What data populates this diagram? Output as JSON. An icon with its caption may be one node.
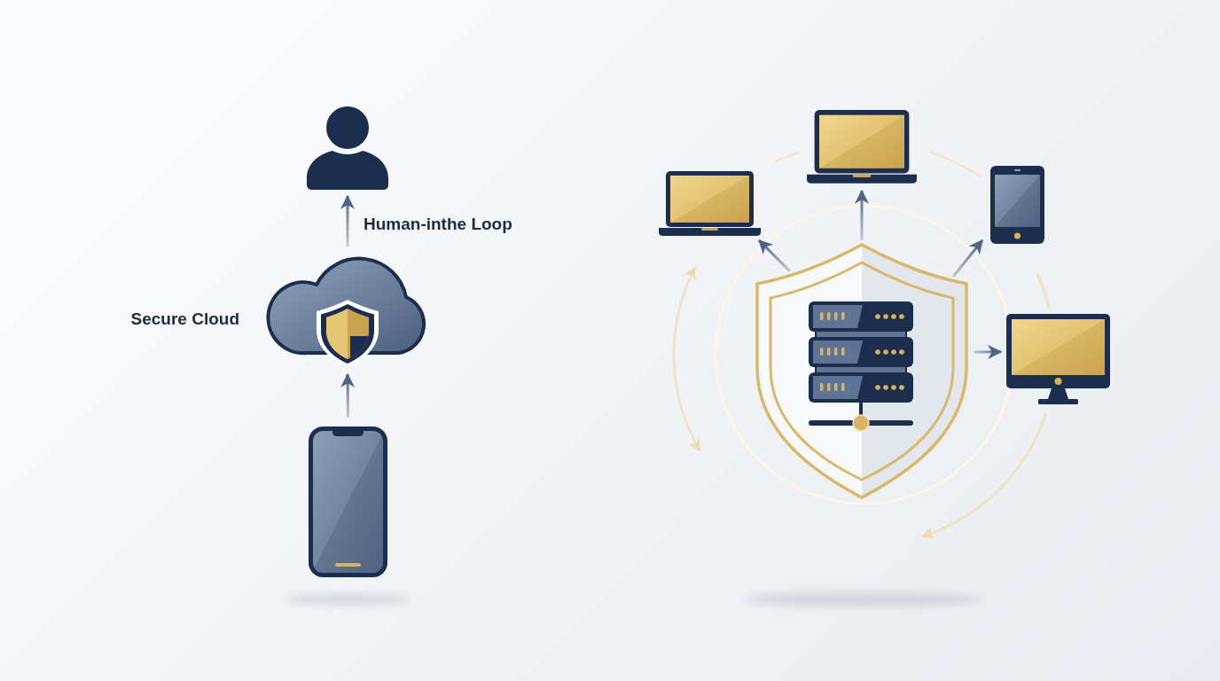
{
  "diagram": {
    "nodes": [
      {
        "text": [],
        "shape": "person"
      },
      {
        "text": [],
        "shape": "cloud",
        "beside": [
          "Secure Cloud"
        ]
      },
      {
        "text": [],
        "shape": "phone"
      },
      {
        "text": [],
        "shape": "shield"
      },
      {
        "text": [],
        "shape": "server",
        "in": 3
      },
      {
        "text": [],
        "shape": "laptop"
      },
      {
        "text": [],
        "shape": "laptop"
      },
      {
        "text": [],
        "shape": "tablet"
      },
      {
        "text": [],
        "shape": "monitor"
      }
    ],
    "edges": [
      {
        "from": 2,
        "to": 1,
        "arrow": "to"
      },
      {
        "from": 1,
        "to": 0,
        "arrow": "to",
        "label": "Human-inthe Loop"
      },
      {
        "from": 3,
        "to": 5,
        "arrow": "to"
      },
      {
        "from": 3,
        "to": 6,
        "arrow": "to"
      },
      {
        "from": 3,
        "to": 7,
        "arrow": "to"
      },
      {
        "from": 3,
        "to": 8,
        "arrow": "to"
      }
    ]
  }
}
